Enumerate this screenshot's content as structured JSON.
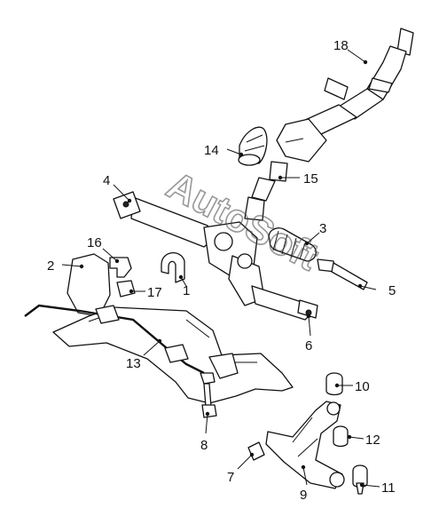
{
  "watermark": "AutoSoft",
  "callouts": [
    "1",
    "2",
    "3",
    "4",
    "5",
    "6",
    "7",
    "8",
    "9",
    "10",
    "11",
    "12",
    "13",
    "14",
    "15",
    "16",
    "17",
    "18"
  ]
}
